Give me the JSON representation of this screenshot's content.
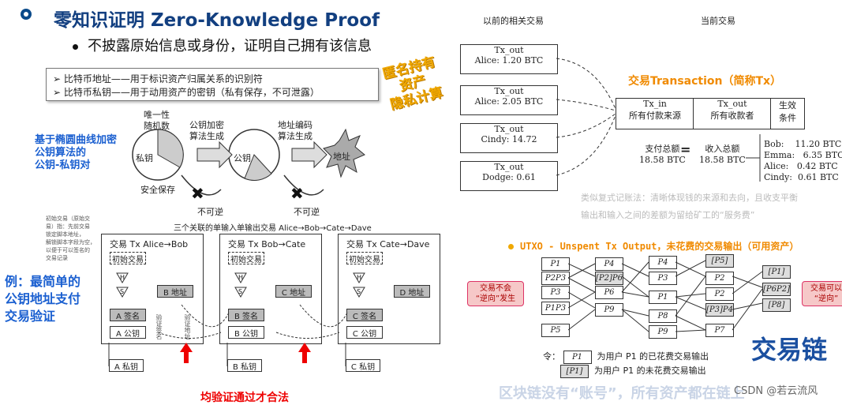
{
  "header": {
    "title": "零知识证明 Zero-Knowledge Proof",
    "bullet": "不披露原始信息或身份，证明自己拥有该信息"
  },
  "definitions": [
    "➢  比特币地址——用于标识资产归属关系的识别符",
    "➢  比特币私钥——用于动用资产的密钥（私有保存，不可泄露）"
  ],
  "stamp": [
    "匿名持有",
    "资产",
    "隐私计算"
  ],
  "keypair": {
    "label": [
      "基于椭圆曲线加密",
      "公钥算法的",
      "公钥-私钥对"
    ],
    "random": [
      "唯一性",
      "随机数"
    ],
    "private_key": "私钥",
    "safe_storage": "安全保存",
    "pubgen": [
      "公钥加密",
      "算法生成"
    ],
    "public_key": "公钥",
    "addrgen": [
      "地址编码",
      "算法生成"
    ],
    "address": "地址",
    "irreversible_1": "不可逆",
    "irreversible_2": "不可逆"
  },
  "chain": {
    "caption": "三个关联的单输入单输出交易 Alice→Bob→Cate→Dave",
    "note": [
      "初始交易（原始交",
      "易）指：先前交易",
      "锁定脚本地址，",
      "解锁脚本字段为空，",
      "以便于可以签名的",
      "交易记录"
    ],
    "transactions": [
      {
        "title": "交易 Tx   Alice→Bob",
        "init": "初始交易",
        "sign": "A 签名",
        "pub": "A 公钥",
        "addr": "B 地址",
        "priv": "A 私钥"
      },
      {
        "title": "交易 Tx   Bob→Cate",
        "init": "初始交易",
        "sign": "B 签名",
        "pub": "B 公钥",
        "addr": "C 地址",
        "priv": "B 私钥"
      },
      {
        "title": "交易 Tx   Cate→Dave",
        "init": "初始交易",
        "sign": "C 签名",
        "pub": "C 公钥",
        "addr": "D 地址",
        "priv": "C 私钥"
      }
    ],
    "hash_label": "H",
    "sig_label": "S",
    "verify_sign": "验证签名",
    "verify_addr": "验证地址",
    "bottom_red": "均验证通过才合法"
  },
  "example": [
    "例：最简单的",
    "公钥地址支付",
    "交易验证"
  ],
  "tx_panel": {
    "prev_label": "以前的相关交易",
    "curr_label": "当前交易",
    "prev_txs": [
      {
        "label": "Tx_out",
        "value": "Alice: 1.20 BTC"
      },
      {
        "label": "Tx_out",
        "value": "Alice: 2.05 BTC"
      },
      {
        "label": "Tx_out",
        "value": "Cindy:  14.72"
      },
      {
        "label": "Tx_out",
        "value": "Dodge:  0.61"
      }
    ],
    "heading": "交易Transaction（简称Tx）",
    "tx_in": [
      "Tx_in",
      "所有付款来源"
    ],
    "tx_out": [
      "Tx_out",
      "所有收款者"
    ],
    "cond": [
      "生效",
      "条件"
    ],
    "pay_total": [
      "支付总额",
      "18.58 BTC"
    ],
    "eq": "=",
    "recv_total": [
      "收入总额",
      "18.58 BTC"
    ],
    "outputs": [
      {
        "name": "Bob:",
        "value": "11.20 BTC"
      },
      {
        "name": "Emma:",
        "value": "6.35 BTC"
      },
      {
        "name": "Alice:",
        "value": "0.42 BTC（"
      },
      {
        "name": "Cindy:",
        "value": "0.61 BTC（"
      }
    ],
    "note": [
      "类似复式记账法：清晰体现钱的来源和去向，且收支平衡",
      "输出和输入之间的差额为留给矿工的“服务费”"
    ]
  },
  "utxo": {
    "heading": "UTXO - Unspent Tx Output，未花费的交易输出（可用资产）",
    "col1": [
      "P1",
      "P2P3",
      "P3",
      "P1P3",
      "P5"
    ],
    "col2": [
      "P4",
      "[P2]P6",
      "P6",
      "P9"
    ],
    "col3": [
      "P4",
      "P3",
      "P1",
      "P8",
      "P9"
    ],
    "col4": [
      "[P5]",
      "P2",
      "P2",
      "[P3]P4",
      "P7"
    ],
    "col5": [
      "[P1]",
      "[P6P2]",
      "[P8]"
    ],
    "left_bubble": [
      "交易不会",
      "“逆向”发生"
    ],
    "right_bubble": [
      "交易可以",
      "“逆向”"
    ],
    "legend_spent_key": "P1",
    "legend_spent": "为用户 P1 的已花费交易输出",
    "legend_unspent_key": "[P1]",
    "legend_unspent": "为用户 P1 的未花费交易输出",
    "legend_prefix": "令："
  },
  "big_right": "交易链",
  "footer": "区块链没有“账号”，所有资产都在链上",
  "watermark": "CSDN @若云流风",
  "colors": {
    "title": "#123f80",
    "blue": "#1a5fd0",
    "orange": "#f08a00",
    "red": "#e00000"
  }
}
